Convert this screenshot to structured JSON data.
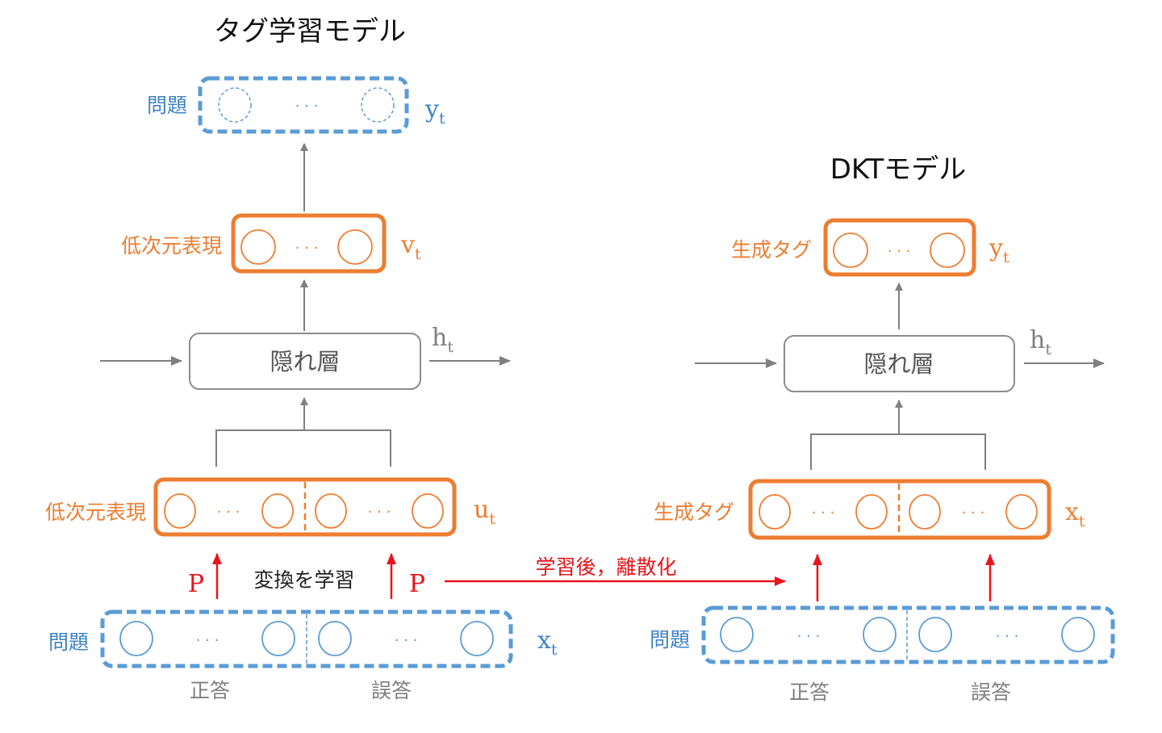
{
  "colors": {
    "blue": "#5b9bd5",
    "blue_text": "#3f82c4",
    "orange": "#ed7d31",
    "gray": "#7f7f7f",
    "red": "#e8141b",
    "black": "#111111"
  },
  "left_model": {
    "title": "タグ学習モデル",
    "output_layer": {
      "label": "問題",
      "var": "y",
      "sub": "t",
      "ellipsis": "· · ·"
    },
    "low_dim_out": {
      "label": "低次元表現",
      "var": "v",
      "sub": "t",
      "ellipsis": "· · ·"
    },
    "hidden": {
      "label": "隠れ層",
      "state_var": "h",
      "state_sub": "t"
    },
    "low_dim_in": {
      "label": "低次元表現",
      "var": "u",
      "sub": "t",
      "ellipsis": "· · ·"
    },
    "transform": {
      "p_left": "P",
      "p_right": "P",
      "caption": "変換を学習"
    },
    "input_layer": {
      "label": "問題",
      "var": "x",
      "sub": "t",
      "ellipsis": "· · ·",
      "left_group": "正答",
      "right_group": "誤答"
    }
  },
  "transfer_arrow": {
    "label": "学習後，離散化"
  },
  "right_model": {
    "title": "DKTモデル",
    "output_layer": {
      "label": "生成タグ",
      "var": "y",
      "sub": "t",
      "ellipsis": "· · ·"
    },
    "hidden": {
      "label": "隠れ層",
      "state_var": "h",
      "state_sub": "t"
    },
    "tag_input": {
      "label": "生成タグ",
      "var": "x",
      "sub": "t",
      "ellipsis": "· · ·"
    },
    "input_layer": {
      "label": "問題",
      "ellipsis": "· · ·",
      "left_group": "正答",
      "right_group": "誤答"
    }
  }
}
